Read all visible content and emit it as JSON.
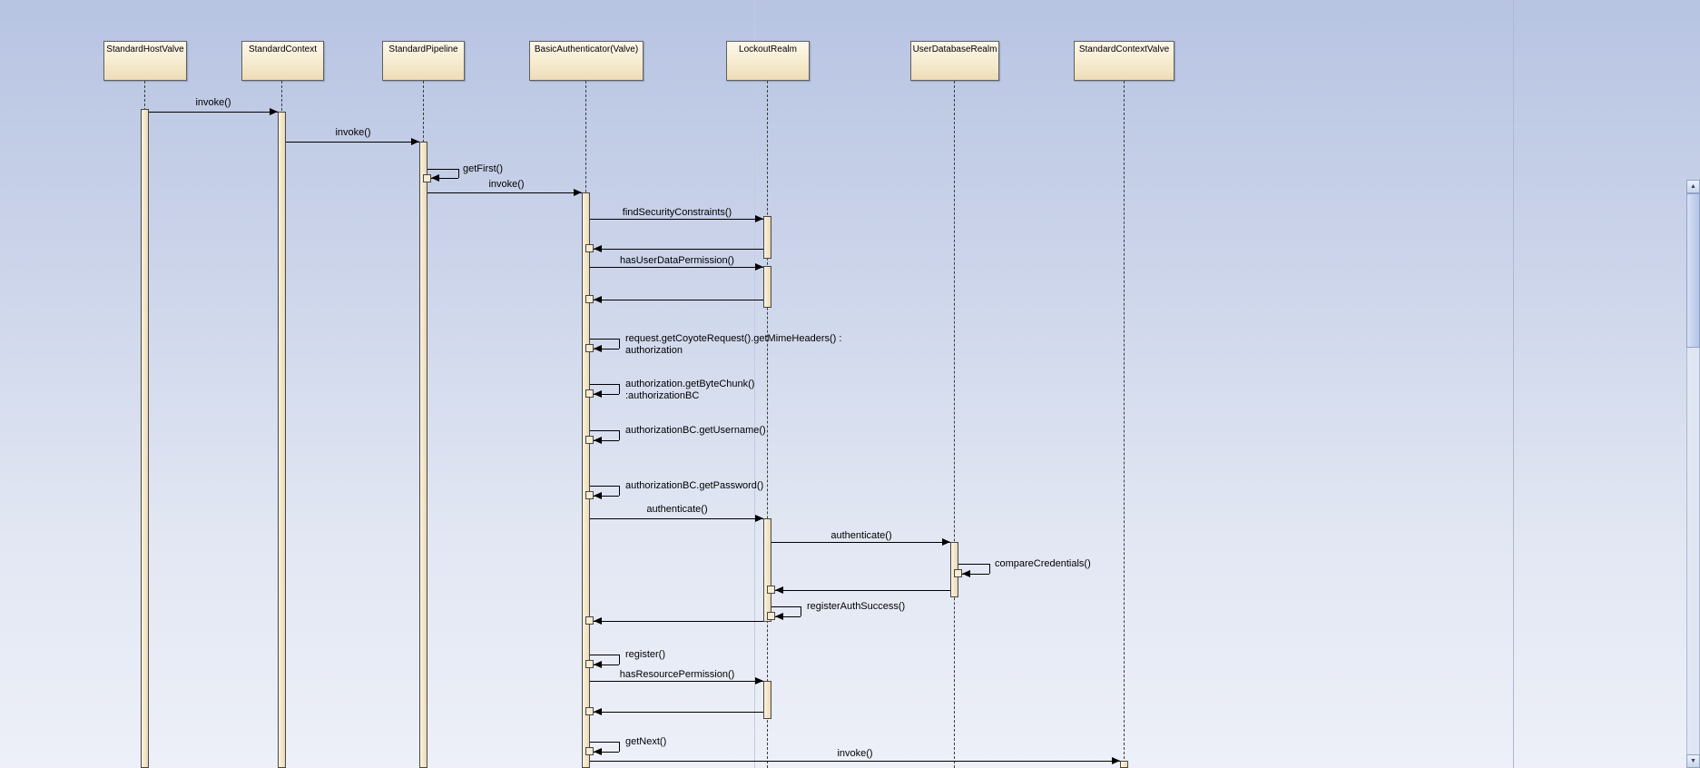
{
  "lifelines": [
    {
      "name": "StandardHostValve"
    },
    {
      "name": "StandardContext"
    },
    {
      "name": "StandardPipeline"
    },
    {
      "name": "BasicAuthenticator(Valve)"
    },
    {
      "name": "LockoutRealm"
    },
    {
      "name": "UserDatabaseRealm"
    },
    {
      "name": "StandardContextValve"
    }
  ],
  "messages": {
    "invoke_host_to_context": "invoke()",
    "invoke_context_to_pipeline": "invoke()",
    "get_first": "getFirst()",
    "invoke_pipeline_to_authenticator": "invoke()",
    "find_security_constraints": "findSecurityConstraints()",
    "has_user_data_permission": "hasUserDataPermission()",
    "get_mime_headers_line1": "request.getCoyoteRequest().getMimeHeaders() :",
    "get_mime_headers_line2": "authorization",
    "get_byte_chunk_line1": "authorization.getByteChunk()",
    "get_byte_chunk_line2": ":authorizationBC",
    "get_username": "authorizationBC.getUsername()",
    "get_password": "authorizationBC.getPassword()",
    "authenticate_to_lockout": "authenticate()",
    "authenticate_to_userdb": "authenticate()",
    "compare_credentials": "compareCredentials()",
    "register_auth_success": "registerAuthSuccess()",
    "register": "register()",
    "has_resource_permission": "hasResourcePermission()",
    "get_next": "getNext()",
    "invoke_to_context_valve": "invoke()"
  },
  "scrollbar": {
    "up_icon": "▲",
    "down_icon": "▼"
  },
  "colors": {
    "canvas_top": "#b7c4e2",
    "canvas_bottom": "#edf0f8",
    "lifeline_fill": "#f5e7c4",
    "stroke": "#000000"
  }
}
